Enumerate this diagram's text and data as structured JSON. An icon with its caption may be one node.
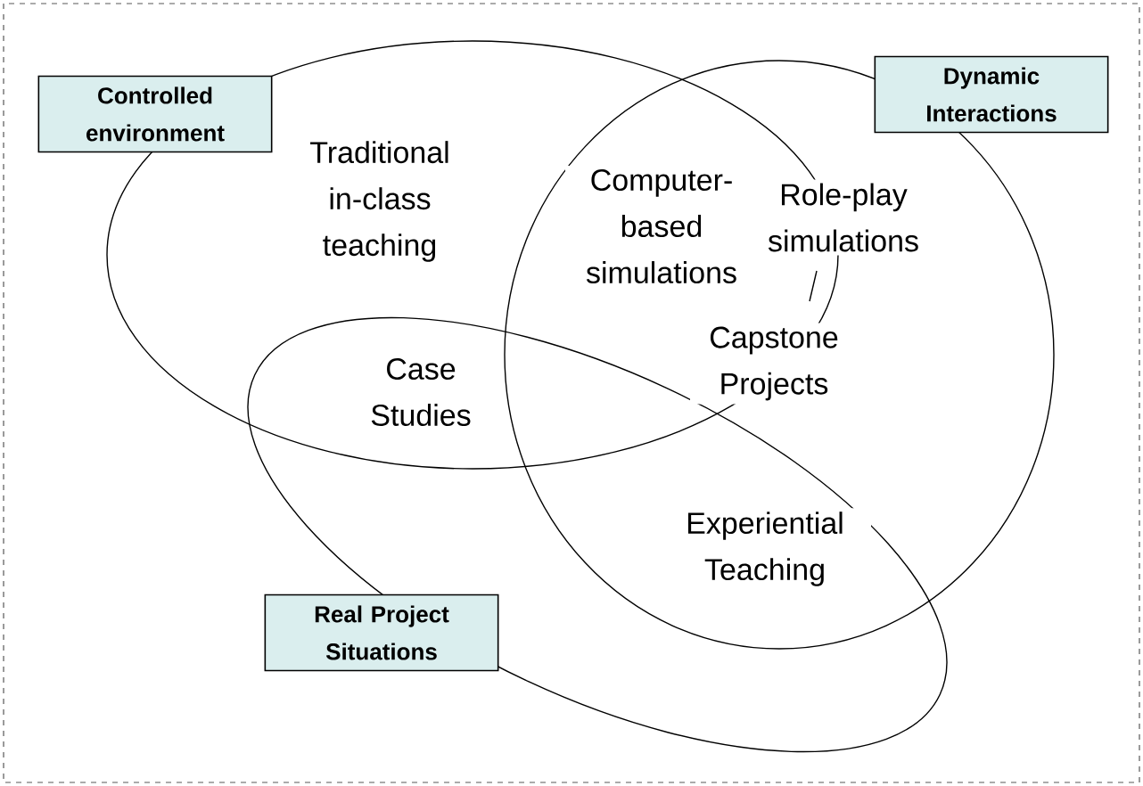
{
  "diagram": {
    "nodes": [
      {
        "text": [
          "Controlled environment"
        ]
      },
      {
        "text": [
          "Dynamic Interactions"
        ]
      },
      {
        "text": [
          "Real Project Situations"
        ]
      }
    ],
    "labels": [
      "Traditional in-class teaching",
      "Computer-based simulations",
      "Role-play simulations",
      "Capstone Projects",
      "Case Studies",
      "Experiential Teaching"
    ]
  }
}
